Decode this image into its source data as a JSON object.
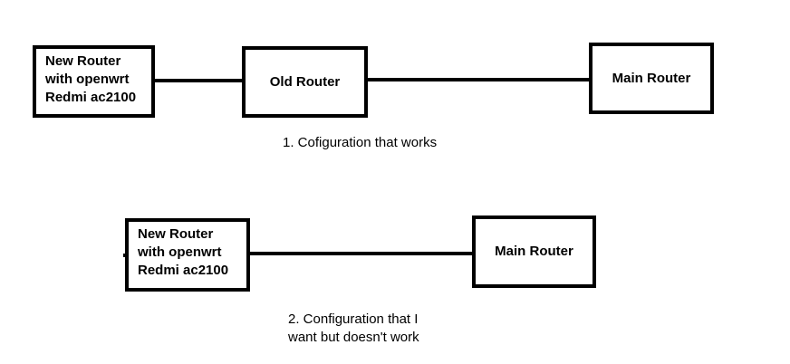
{
  "diagram1": {
    "new_router": {
      "line1": "New Router",
      "line2": "with openwrt",
      "line3": "Redmi ac2100"
    },
    "old_router": "Old Router",
    "main_router": "Main Router",
    "caption": "1. Cofiguration that works"
  },
  "diagram2": {
    "new_router": {
      "line1": "New Router",
      "line2": "with openwrt",
      "line3": "Redmi ac2100"
    },
    "main_router": "Main Router",
    "caption_line1": "2. Configuration that I",
    "caption_line2": "want but doesn't work"
  }
}
